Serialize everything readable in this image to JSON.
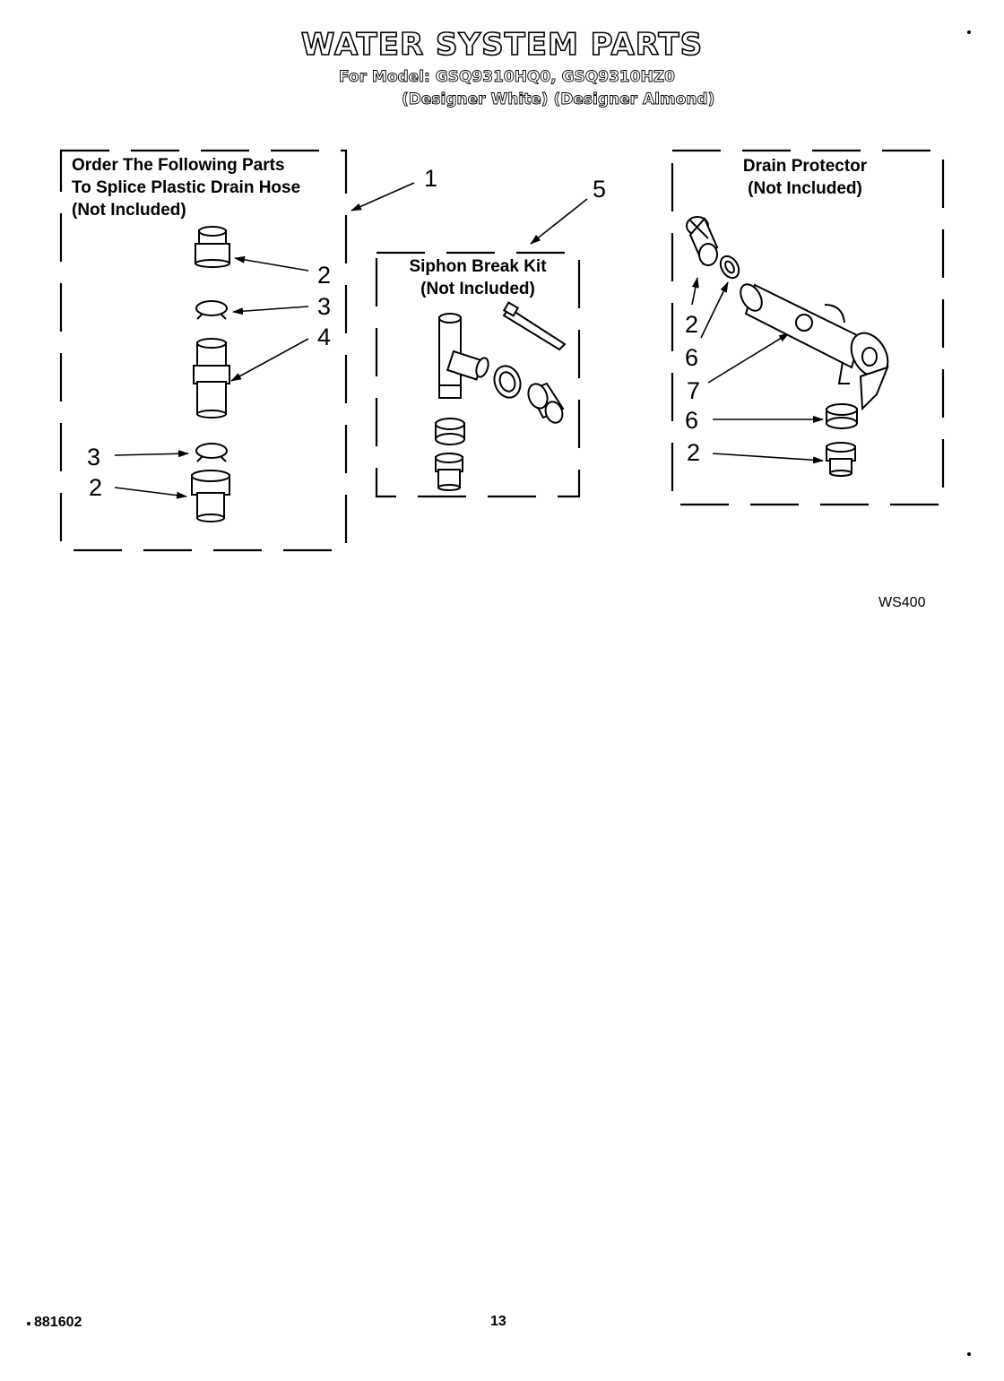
{
  "header": {
    "title": "WATER SYSTEM PARTS",
    "model_line": "For Model: GSQ9310HQ0, GSQ9310HZ0",
    "variants_line": "(Designer White) (Designer Almond)"
  },
  "boxes": {
    "splice": {
      "line1": "Order The Following Parts",
      "line2": "To Splice Plastic Drain Hose",
      "line3": "(Not Included)"
    },
    "siphon": {
      "line1": "Siphon Break Kit",
      "line2": "(Not Included)"
    },
    "drain": {
      "line1": "Drain Protector",
      "line2": "(Not Included)"
    }
  },
  "callouts": {
    "splice_box": "1",
    "siphon_box": "5",
    "splice_parts": [
      "2",
      "3",
      "4",
      "3",
      "2"
    ],
    "drain_parts": [
      "2",
      "6",
      "7",
      "6",
      "2"
    ]
  },
  "figure_code": "WS400",
  "footer": {
    "doc_number": "881602",
    "page_number": "13"
  }
}
